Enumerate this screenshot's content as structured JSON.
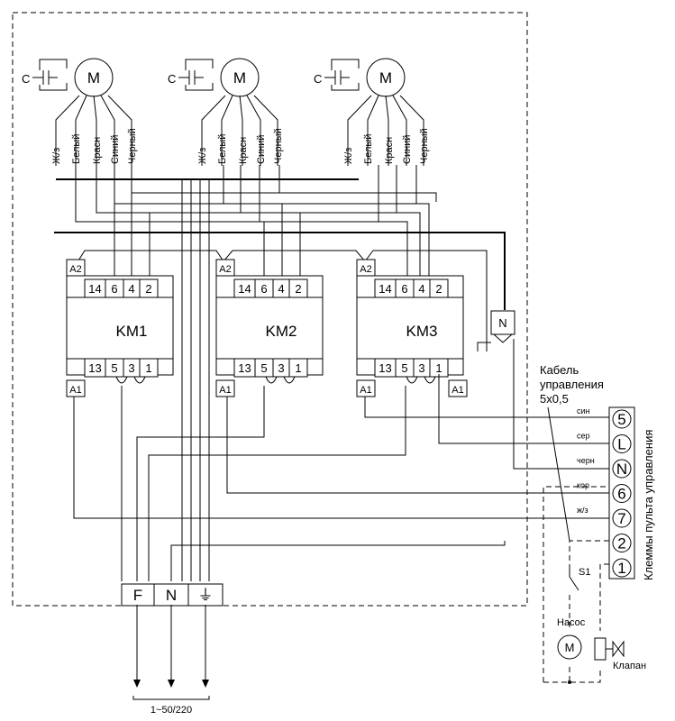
{
  "capacitor_label": "C",
  "motor_symbol": "M",
  "motor_wires": [
    "Ж/з",
    "Белый",
    "Красн",
    "Синий",
    "Черный"
  ],
  "contactors": [
    {
      "name": "KM1",
      "top_terminals": [
        "14",
        "6",
        "4",
        "2"
      ],
      "bottom_terminals": [
        "13",
        "5",
        "3",
        "1"
      ],
      "coil_top": "A2",
      "coil_bottom": "A1"
    },
    {
      "name": "KM2",
      "top_terminals": [
        "14",
        "6",
        "4",
        "2"
      ],
      "bottom_terminals": [
        "13",
        "5",
        "3",
        "1"
      ],
      "coil_top": "A2",
      "coil_bottom": "A1"
    },
    {
      "name": "KM3",
      "top_terminals": [
        "14",
        "6",
        "4",
        "2"
      ],
      "bottom_terminals": [
        "13",
        "5",
        "3",
        "1"
      ],
      "coil_top": "A2",
      "coil_bottom": "A1"
    }
  ],
  "km3_extra_coil": "A1",
  "n_block": "N",
  "supply_terminals": [
    "F",
    "N",
    "⏚"
  ],
  "supply_label": "1~50/220",
  "cable_label": [
    "Кабель",
    "управления",
    "5х0,5"
  ],
  "control_terminals": [
    {
      "number": "5",
      "wire": "син"
    },
    {
      "number": "L",
      "wire": "сер"
    },
    {
      "number": "N",
      "wire": "черн"
    },
    {
      "number": "6",
      "wire": "кор"
    },
    {
      "number": "7",
      "wire": "ж/з"
    },
    {
      "number": "2",
      "wire": ""
    },
    {
      "number": "1",
      "wire": ""
    }
  ],
  "control_panel_title": "Клеммы пульта управления",
  "switch_label": "S1",
  "pump_label": "Насос",
  "valve_label": "Клапан"
}
